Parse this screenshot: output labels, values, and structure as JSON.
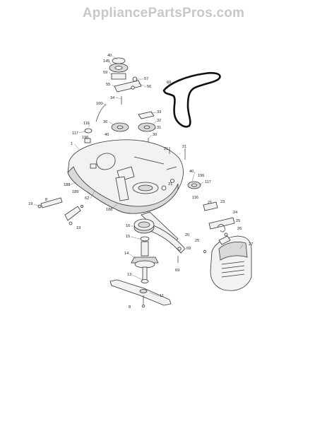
{
  "watermark": "AppliancePartsPros.com",
  "callouts": [
    "40",
    "145",
    "59",
    "57",
    "55",
    "56",
    "60",
    "34",
    "100",
    "33",
    "36",
    "32",
    "116",
    "40",
    "31",
    "117",
    "196",
    "30",
    "1",
    "21",
    "21",
    "40",
    "196",
    "117",
    "116",
    "21",
    "188",
    "189",
    "62",
    "188",
    "19",
    "19",
    "8",
    "23",
    "21",
    "24",
    "25",
    "16",
    "15",
    "20",
    "26",
    "27",
    "25",
    "14",
    "69",
    "69",
    "13",
    "11",
    "8"
  ]
}
